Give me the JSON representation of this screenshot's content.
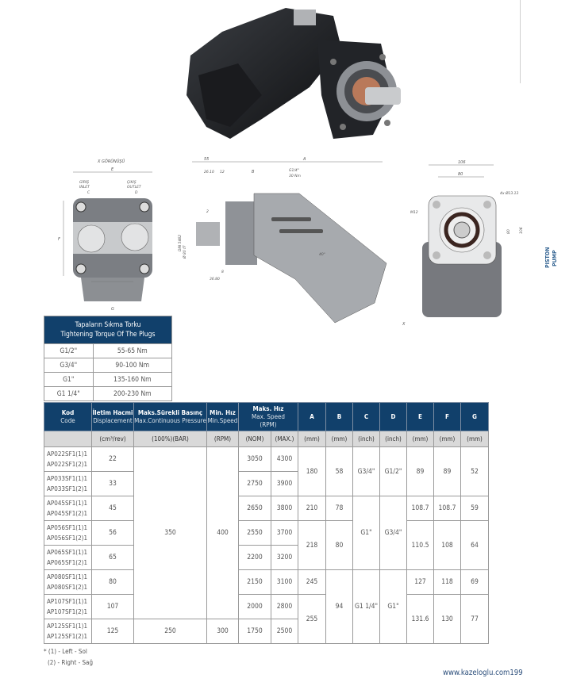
{
  "side_tab": {
    "line1": "PISTON",
    "line2": "PUMP"
  },
  "drawings": {
    "x_view": {
      "title": "X GÖRÜNÜŞÜ",
      "e": "E",
      "inlet_tr": "GİRİŞ",
      "inlet_en": "INLET",
      "c": "C",
      "outlet_tr": "ÇIKIŞ",
      "outlet_en": "OUTLET",
      "d": "D",
      "f": "F",
      "g": "G"
    },
    "side_view": {
      "dim55": "55",
      "a": "A",
      "dim2610": "26.10",
      "dim12": "12",
      "b": "B",
      "port": "G1/4\"",
      "port_torque": "30 Nm",
      "dim2": "2",
      "spline": "DIN 5462",
      "dia": "Ø 80 f7",
      "dim8": "8",
      "dim3680": "36.80",
      "x": "X",
      "angle": "40°"
    },
    "front_view": {
      "dim106": "106",
      "dim80": "80",
      "holes": "4x Ø13.13",
      "m12": "M12",
      "dim80v": "80",
      "dim106v": "106"
    }
  },
  "torque_table": {
    "title_tr": "Tapaların Sıkma Torku",
    "title_en": "Tightening Torque Of The Plugs",
    "rows": [
      {
        "plug": "G1/2\"",
        "torque": "55-65 Nm"
      },
      {
        "plug": "G3/4\"",
        "torque": "90-100 Nm"
      },
      {
        "plug": "G1\"",
        "torque": "135-160 Nm"
      },
      {
        "plug": "G1 1/4\"",
        "torque": "200-230 Nm"
      }
    ]
  },
  "spec_table": {
    "headers": {
      "code": {
        "tr": "Kod",
        "en": "Code"
      },
      "disp": {
        "tr": "İletim Hacmi",
        "en": "Displacement"
      },
      "press": {
        "tr": "Maks.Sürekli Basınç",
        "en": "Max.Continuous Pressure"
      },
      "minspeed": {
        "tr": "Min. Hız",
        "en": "Min.Speed"
      },
      "maxspeed": {
        "tr": "Maks. Hız",
        "en": "Max. Speed",
        "unit": "(RPM)"
      },
      "a": "A",
      "b": "B",
      "c": "C",
      "d": "D",
      "e": "E",
      "f": "F",
      "g": "G"
    },
    "units": {
      "disp": "(cm³/rev)",
      "press": "(100%)(BAR)",
      "minspeed": "(RPM)",
      "nom": "(NOM)",
      "max": "(MAX.)",
      "a": "(mm)",
      "b": "(mm)",
      "c": "(inch)",
      "d": "(inch)",
      "e": "(mm)",
      "f": "(mm)",
      "g": "(mm)"
    },
    "rows": [
      {
        "code1": "AP022SF1(1)1",
        "code2": "AP022SF1(2)1",
        "disp": "22",
        "nom": "3050",
        "max": "4300"
      },
      {
        "code1": "AP033SF1(1)1",
        "code2": "AP033SF1(2)1",
        "disp": "33",
        "nom": "2750",
        "max": "3900"
      },
      {
        "code1": "AP045SF1(1)1",
        "code2": "AP045SF1(2)1",
        "disp": "45",
        "nom": "2650",
        "max": "3800"
      },
      {
        "code1": "AP056SF1(1)1",
        "code2": "AP056SF1(2)1",
        "disp": "56",
        "nom": "2550",
        "max": "3700"
      },
      {
        "code1": "AP065SF1(1)1",
        "code2": "AP065SF1(2)1",
        "disp": "65",
        "nom": "2200",
        "max": "3200"
      },
      {
        "code1": "AP080SF1(1)1",
        "code2": "AP080SF1(2)1",
        "disp": "80",
        "nom": "2150",
        "max": "3100"
      },
      {
        "code1": "AP107SF1(1)1",
        "code2": "AP107SF1(2)1",
        "disp": "107",
        "nom": "2000",
        "max": "2800"
      },
      {
        "code1": "AP125SF1(1)1",
        "code2": "AP125SF1(2)1",
        "disp": "125",
        "nom": "1750",
        "max": "2500"
      }
    ],
    "merged": {
      "press_1_7": "350",
      "min_1_7": "400",
      "press_8": "250",
      "min_8": "300",
      "a_1_2": "180",
      "b_1_2": "58",
      "c_1_2": "G3/4\"",
      "d_1_2": "G1/2\"",
      "e_1_2": "89",
      "f_1_2": "89",
      "g_1_2": "52",
      "a_3": "210",
      "b_3": "78",
      "e_3": "108.7",
      "f_3": "108.7",
      "g_3": "59",
      "c_3_5": "G1\"",
      "d_3_5": "G3/4\"",
      "a_4_5": "218",
      "b_4_5": "80",
      "e_4_5": "110.5",
      "f_4_5": "108",
      "g_4_5": "64",
      "a_6": "245",
      "e_6": "127",
      "f_6": "118",
      "g_6": "69",
      "b_6_8": "94",
      "c_6_8": "G1 1/4\"",
      "d_6_8": "G1\"",
      "a_7_8": "255",
      "e_7_8": "131.6",
      "f_7_8": "130",
      "g_7_8": "77"
    }
  },
  "notes": {
    "line1": "* (1) - Left - Sol",
    "line2": "(2) - Right - Sağ"
  },
  "footer": {
    "url": "www.kazeloglu.com",
    "page": "199"
  }
}
